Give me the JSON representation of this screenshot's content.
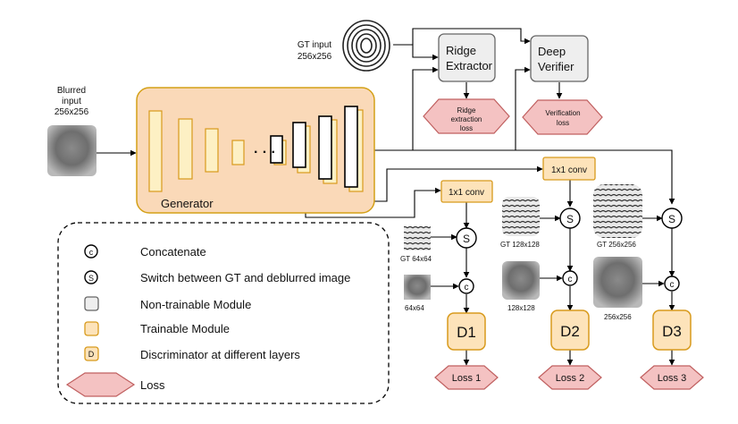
{
  "labels": {
    "blurred_input": [
      "Blurred",
      "input",
      "256x256"
    ],
    "gt_input": [
      "GT input",
      "256x256"
    ],
    "generator": "Generator",
    "ridge_extractor": [
      "Ridge",
      "Extractor"
    ],
    "deep_verifier": [
      "Deep",
      "Verifier"
    ],
    "ridge_loss": [
      "Ridge",
      "extraction",
      "loss"
    ],
    "verification_loss": [
      "Verification",
      "loss"
    ],
    "conv": "1x1 conv",
    "switch_symbol": "S",
    "concat_symbol": "c",
    "ellipsis": "· · ·",
    "gt_64": "GT 64x64",
    "gt_128": "GT 128x128",
    "gt_256": "GT 256x256",
    "res_64": "64x64",
    "res_128": "128x128",
    "res_256": "256x256",
    "d1": "D1",
    "d2": "D2",
    "d3": "D3",
    "loss1": "Loss 1",
    "loss2": "Loss 2",
    "loss3": "Loss 3"
  },
  "legend": {
    "concatenate_symbol": "c",
    "concatenate": "Concatenate",
    "switch_symbol": "S",
    "switch": "Switch between GT and deblurred image",
    "non_trainable": "Non-trainable Module",
    "trainable": "Trainable Module",
    "discriminator_symbol": "D",
    "discriminator": "Discriminator at different layers",
    "loss": "Loss"
  },
  "colors": {
    "generator_fill": "#fad9b8",
    "generator_stroke": "#d4a017",
    "trainable_fill": "#fde3ba",
    "trainable_stroke": "#d89a1c",
    "layer_fill": "#fdf0c4",
    "non_trainable_fill": "#eeeeee",
    "non_trainable_stroke": "#666666",
    "loss_fill": "#f4c2c2",
    "loss_stroke": "#c06060",
    "blur_image": "#7d7d7d"
  }
}
